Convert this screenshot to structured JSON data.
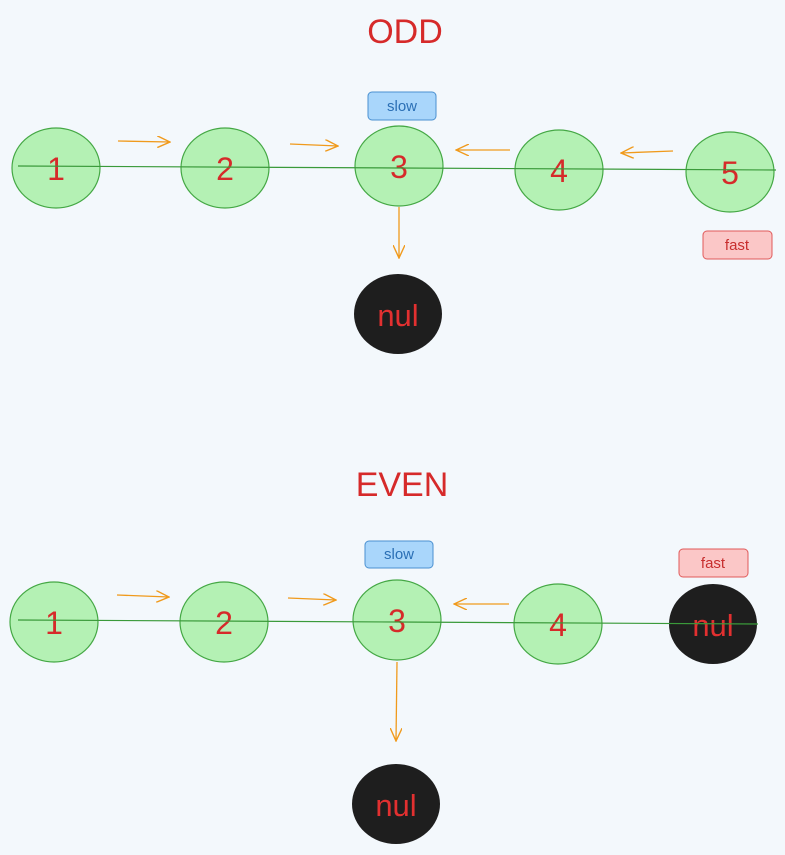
{
  "colors": {
    "background": "#f3f8fc",
    "title": "#d62a2a",
    "node_fill": "#b4f1b4",
    "node_stroke": "#45a845",
    "link_line": "#3a9a3a",
    "arrow": "#f09a1c",
    "null_fill": "#1e1e1e",
    "null_text": "#e23030",
    "slow_fill": "#a9d6fb",
    "slow_stroke": "#4a90d0",
    "slow_text": "#2a6fb5",
    "fast_fill": "#fbc7c7",
    "fast_stroke": "#e05a5a",
    "fast_text": "#c72e2e"
  },
  "odd": {
    "title": "ODD",
    "nodes": [
      "1",
      "2",
      "3",
      "4",
      "5"
    ],
    "null_label": "nul",
    "slow_label": "slow",
    "fast_label": "fast"
  },
  "even": {
    "title": "EVEN",
    "nodes": [
      "1",
      "2",
      "3",
      "4"
    ],
    "null_end_label": "nul",
    "null_label": "nul",
    "slow_label": "slow",
    "fast_label": "fast"
  }
}
